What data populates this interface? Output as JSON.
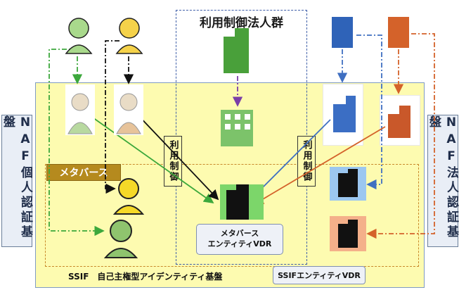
{
  "group_title": "利用制御法人群",
  "naf_individual": "NAF個人認証基盤",
  "naf_corporate": "NAF法人認証基盤",
  "control_label_left": "利用制御",
  "control_label_right": "利用制御",
  "metaverse_label": "メタバース",
  "metaverse_vdr": {
    "line1": "メタバース",
    "line2": "エンティティVDR"
  },
  "ssif_label": "SSIF　自己主権型アイデンティティ基盤",
  "ssif_vdr_label": "SSIFエンティティVDR",
  "colors": {
    "panel_yellow": "#fdfbb0",
    "green": "#3ca83c",
    "black": "#111111",
    "blue": "#3f6fc1",
    "orange": "#d4622a",
    "purple": "#7a3ea8"
  }
}
